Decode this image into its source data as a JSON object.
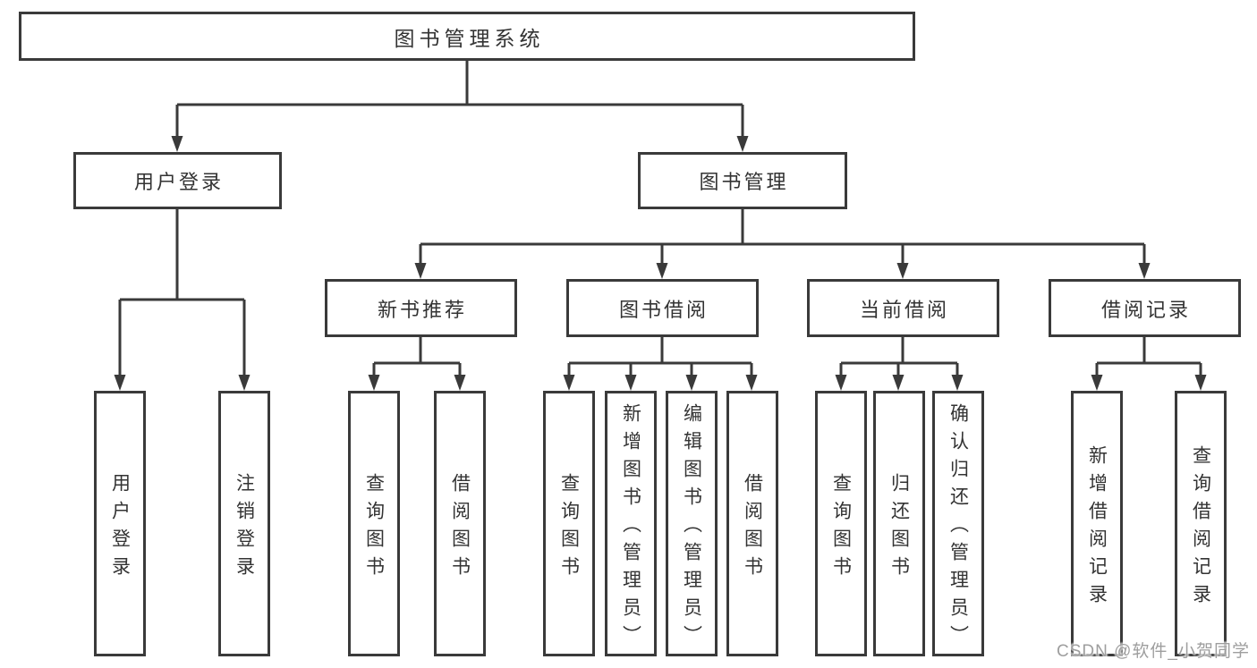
{
  "diagram_type": "functional-structure-tree",
  "colors": {
    "line": "#3a3a3a",
    "box_border": "#3a3a3a",
    "box_fill": "#ffffff",
    "text": "#333333",
    "background": "#ffffff",
    "watermark_text_color": "#9e9e9e"
  },
  "watermark": {
    "text": "CSDN @软件_小贺同学"
  },
  "tree": {
    "root": {
      "label": "图书管理系统"
    },
    "branches": [
      {
        "label": "用户登录",
        "children": [
          {
            "label": "用户登录"
          },
          {
            "label": "注销登录"
          }
        ]
      },
      {
        "label": "图书管理",
        "children": [
          {
            "label": "新书推荐",
            "children": [
              {
                "label": "查询图书"
              },
              {
                "label": "借阅图书"
              }
            ]
          },
          {
            "label": "图书借阅",
            "children": [
              {
                "label": "查询图书"
              },
              {
                "label": "新增图书（管理员）"
              },
              {
                "label": "编辑图书（管理员）"
              },
              {
                "label": "借阅图书"
              }
            ]
          },
          {
            "label": "当前借阅",
            "children": [
              {
                "label": "查询图书"
              },
              {
                "label": "归还图书"
              },
              {
                "label": "确认归还（管理员）"
              }
            ]
          },
          {
            "label": "借阅记录",
            "children": [
              {
                "label": "新增借阅记录"
              },
              {
                "label": "查询借阅记录"
              }
            ]
          }
        ]
      }
    ]
  }
}
